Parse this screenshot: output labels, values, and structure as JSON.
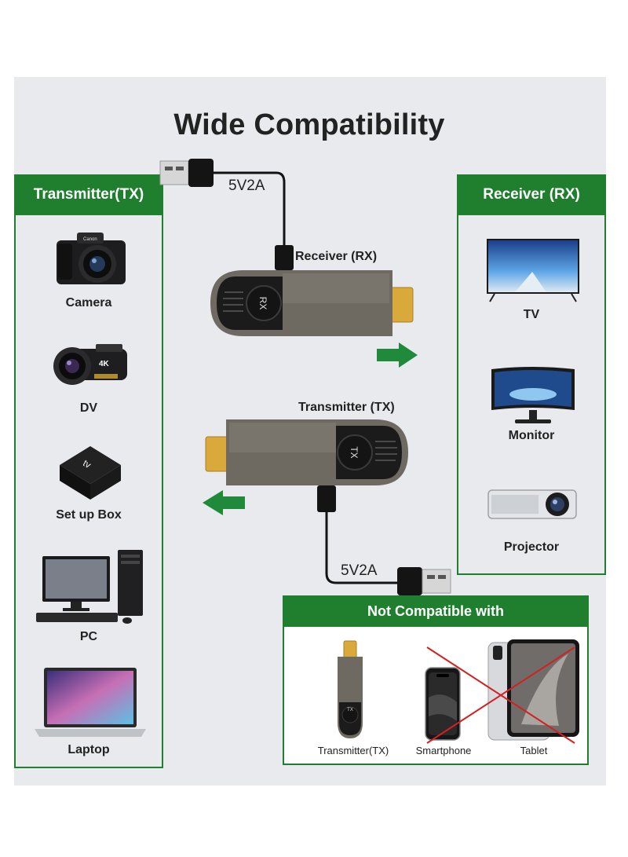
{
  "title": "Wide Compatibility",
  "transmitter_panel": {
    "header": "Transmitter(TX)",
    "items": [
      {
        "label": "Camera",
        "icon": "camera-icon"
      },
      {
        "label": "DV",
        "icon": "camcorder-icon"
      },
      {
        "label": "Set up Box",
        "icon": "set-top-box-icon"
      },
      {
        "label": "PC",
        "icon": "desktop-pc-icon"
      },
      {
        "label": "Laptop",
        "icon": "laptop-icon"
      }
    ]
  },
  "receiver_panel": {
    "header": "Receiver (RX)",
    "items": [
      {
        "label": "TV",
        "icon": "tv-icon"
      },
      {
        "label": "Monitor",
        "icon": "monitor-icon"
      },
      {
        "label": "Projector",
        "icon": "projector-icon"
      }
    ]
  },
  "center": {
    "receiver_label": "Receiver (RX)",
    "receiver_badge": "RX",
    "transmitter_label": "Transmitter (TX)",
    "transmitter_badge": "TX",
    "power_top": "5V2A",
    "power_bottom": "5V2A"
  },
  "not_compatible": {
    "header": "Not Compatible with",
    "items": [
      {
        "label": "Transmitter(TX)",
        "icon": "transmitter-stick-icon",
        "badge": "TX"
      },
      {
        "label": "Smartphone",
        "icon": "smartphone-icon"
      },
      {
        "label": "Tablet",
        "icon": "tablet-icon"
      }
    ]
  },
  "colors": {
    "accent_green": "#1f7f2e",
    "background": "#e9eaee",
    "device_body": "#6e6961",
    "hdmi_gold": "#d9a93c",
    "cross_red": "#d42020"
  }
}
